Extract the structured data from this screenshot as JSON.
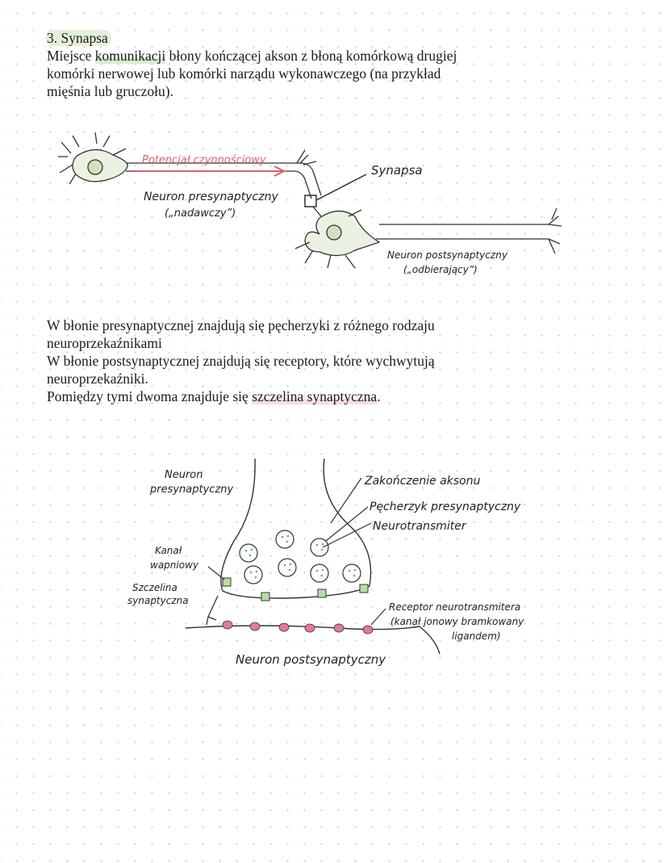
{
  "heading": {
    "number": "3.",
    "title": "Synapsa"
  },
  "definition": {
    "lines": [
      [
        "Miejsce ",
        "komunikacji",
        " błony kończącej akson z błoną komórkową drugiej"
      ],
      [
        "komórki nerwowej lub komórki narządu wykonawczego (na przykład"
      ],
      [
        "mięśnia lub gruczołu)."
      ]
    ]
  },
  "diagram1": {
    "label_potential": "Potencjał czynnościowy",
    "label_synapse": "Synapsa",
    "label_pre_1": "Neuron presynaptyczny",
    "label_pre_2": "(„nadawczy”)",
    "label_post_1": "Neuron postsynaptyczny",
    "label_post_2": "(„odbierający”)"
  },
  "paragraph": {
    "line1": "W błonie presynaptycznej znajdują się pęcherzyki z różnego rodzaju",
    "line2": "neuroprzekaźnikami",
    "line3": "W błonie postsynaptycznej znajdują się receptory, które wychwytują",
    "line4": "neuroprzekaźniki.",
    "line5_a": "Pomiędzy tymi dwoma znajduje się ",
    "line5_b": "szczelina synaptyczna",
    "line5_c": "."
  },
  "diagram2": {
    "pre_neuron_1": "Neuron",
    "pre_neuron_2": "presynaptyczny",
    "axon_terminal": "Zakończenie aksonu",
    "vesicle": "Pęcherzyk presynaptyczny",
    "neurotransmitter": "Neurotransmiter",
    "calcium_1": "Kanał",
    "calcium_2": "wapniowy",
    "cleft_1": "Szczelina",
    "cleft_2": "synaptyczna",
    "receptor_1": "Receptor neurotransmitera",
    "receptor_2": "(kanał jonowy bramkowany",
    "receptor_3": "ligandem)",
    "post_neuron": "Neuron postsynaptyczny"
  },
  "colors": {
    "membrane_green": "#dbeccf",
    "accent_red": "#d9626c",
    "channel_green": "#b6dfa4",
    "receptor_pink": "#e57a93",
    "vesicle_blue": "#5aa8c8"
  }
}
